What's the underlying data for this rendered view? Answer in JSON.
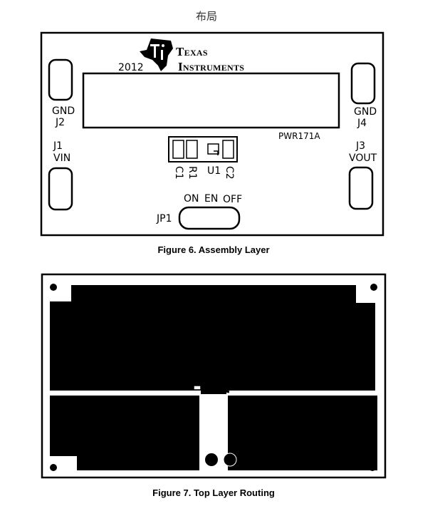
{
  "heading": "布局",
  "assembly": {
    "year": "2012",
    "brand_line1": "Texas",
    "brand_line2": "Instruments",
    "part_number": "PWR171A",
    "gnd_j2": "GND",
    "j2": "J2",
    "gnd_j4": "GND",
    "j4": "J4",
    "j1": "J1",
    "vin": "VIN",
    "j3": "J3",
    "vout": "VOUT",
    "c1": "C1",
    "r1": "R1",
    "u1": "U1",
    "c2": "C2",
    "on": "ON",
    "en": "EN",
    "off": "OFF",
    "jp1": "JP1",
    "caption": "Figure 6. Assembly Layer"
  },
  "routing": {
    "caption": "Figure 7. Top Layer Routing"
  }
}
